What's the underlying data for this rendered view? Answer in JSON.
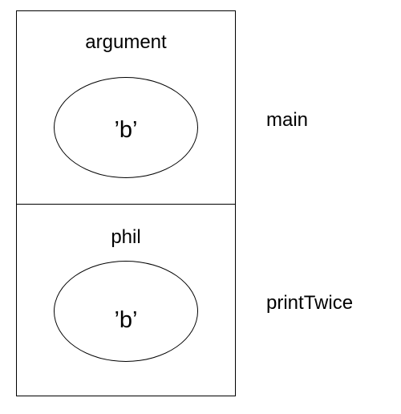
{
  "frames": [
    {
      "function_name": "main",
      "variable_name": "argument",
      "value": "’b’"
    },
    {
      "function_name": "printTwice",
      "variable_name": "phil",
      "value": "’b’"
    }
  ]
}
